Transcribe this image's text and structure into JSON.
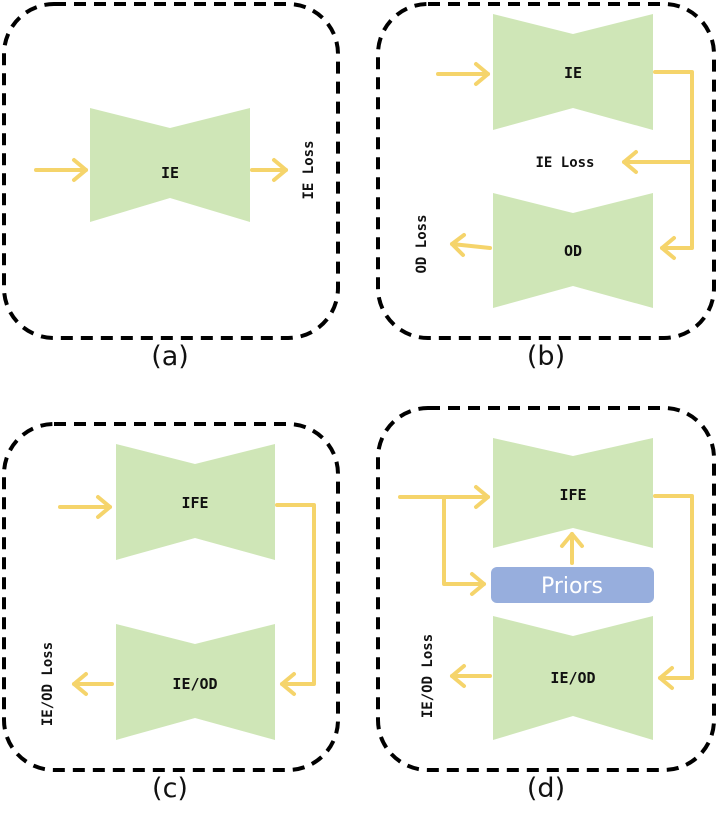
{
  "panels": {
    "a": {
      "caption": "(a)",
      "block": "IE",
      "loss": "IE Loss"
    },
    "b": {
      "caption": "(b)",
      "top_block": "IE",
      "bottom_block": "OD",
      "ie_loss": "IE Loss",
      "od_loss": "OD Loss"
    },
    "c": {
      "caption": "(c)",
      "top_block": "IFE",
      "bottom_block": "IE/OD",
      "loss": "IE/OD Loss"
    },
    "d": {
      "caption": "(d)",
      "top_block": "IFE",
      "priors": "Priors",
      "bottom_block": "IE/OD",
      "loss": "IE/OD Loss"
    }
  },
  "colors": {
    "block_fill": "#cfe6b7",
    "arrow": "#f5d46b",
    "priors_fill": "#97aedd",
    "border": "#000000"
  }
}
